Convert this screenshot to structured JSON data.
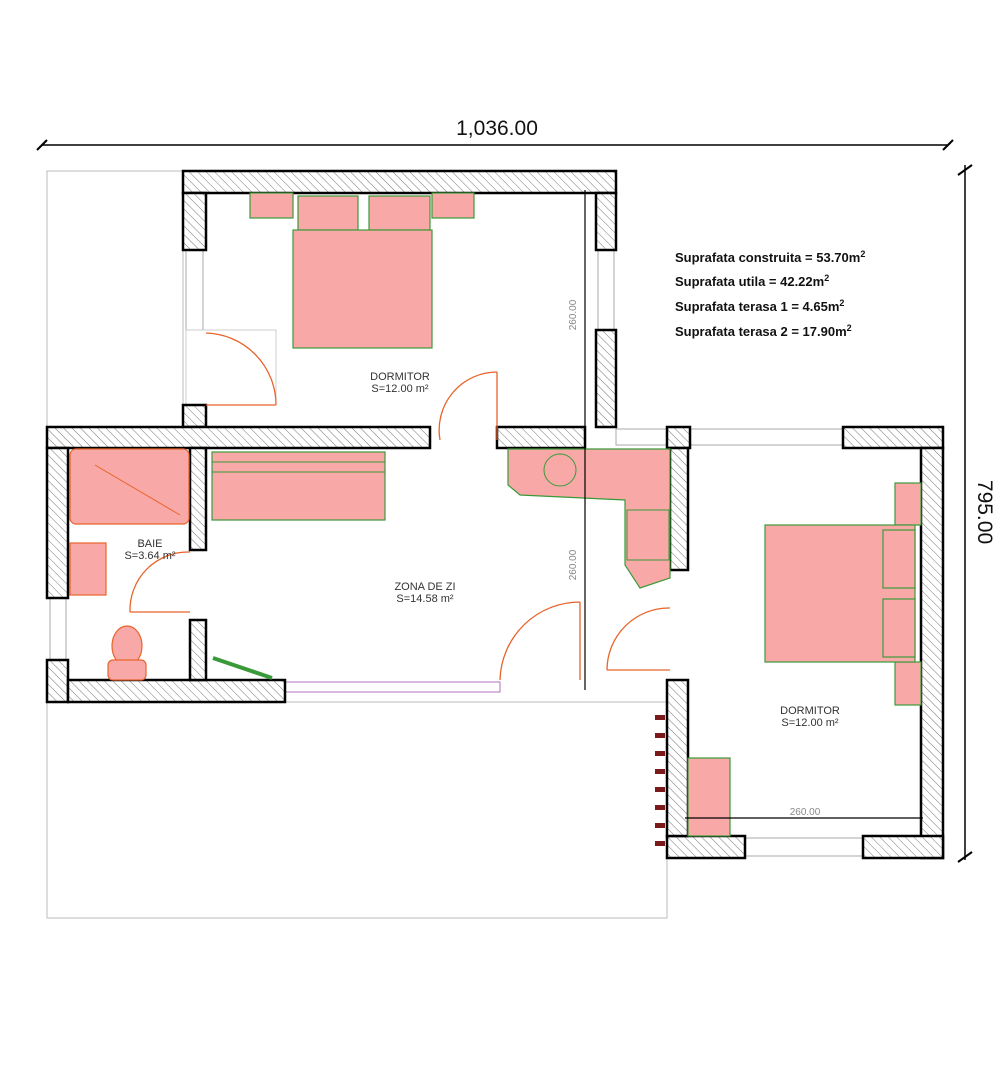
{
  "dimensions": {
    "width_label": "1,036.00",
    "height_label": "795.00",
    "inner_dims": [
      "260.00",
      "260.00",
      "260.00"
    ]
  },
  "areas": [
    {
      "label": "Suprafata construita = 53.70m",
      "sup": "2"
    },
    {
      "label": "Suprafata utila = 42.22m",
      "sup": "2"
    },
    {
      "label": "Suprafata terasa 1 = 4.65m",
      "sup": "2"
    },
    {
      "label": "Suprafata terasa 2 = 17.90m",
      "sup": "2"
    }
  ],
  "rooms": [
    {
      "name": "DORMITOR",
      "area": "S=12.00 m²"
    },
    {
      "name": "BAIE",
      "area": "S=3.64 m²"
    },
    {
      "name": "ZONA DE ZI",
      "area": "S=14.58 m²"
    },
    {
      "name": "DORMITOR",
      "area": "S=12.00 m²"
    }
  ],
  "colors": {
    "furniture": "#f9a8a8",
    "door": "#e8642a",
    "outline": "#3a9a3a"
  }
}
